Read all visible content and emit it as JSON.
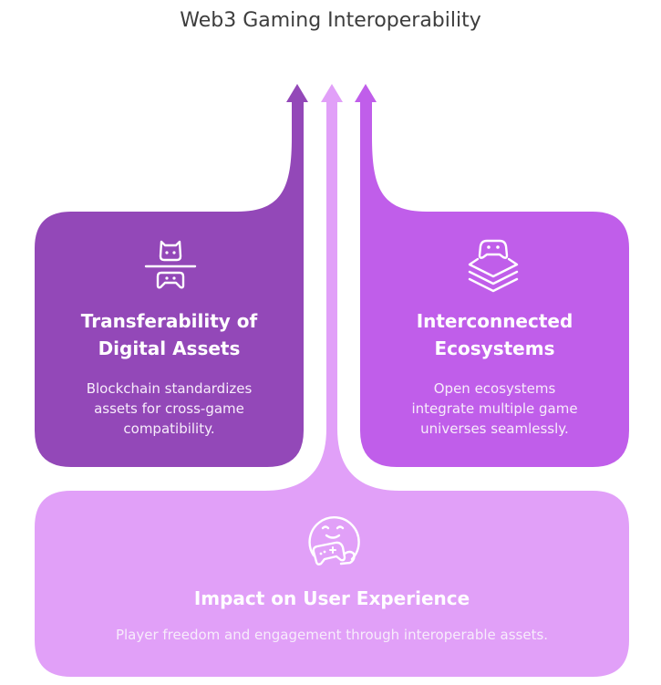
{
  "title": "Web3 Gaming Interoperability",
  "colors": {
    "left": "#9348b8",
    "right": "#c05eea",
    "bottom": "#e1a0f8",
    "title_text": "#3d3d3d",
    "text": "#ffffff"
  },
  "cards": {
    "left": {
      "icon": "cat-controller-transfer-icon",
      "title_line1": "Transferability of",
      "title_line2": "Digital Assets",
      "desc_line1": "Blockchain standardizes",
      "desc_line2": "assets for cross-game",
      "desc_line3": "compatibility."
    },
    "right": {
      "icon": "stacked-layers-controller-icon",
      "title_line1": "Interconnected",
      "title_line2": "Ecosystems",
      "desc_line1": "Open ecosystems",
      "desc_line2": "integrate multiple game",
      "desc_line3": "universes seamlessly."
    },
    "bottom": {
      "icon": "happy-player-controller-icon",
      "title": "Impact on User Experience",
      "desc": "Player freedom and engagement through interoperable assets."
    }
  }
}
